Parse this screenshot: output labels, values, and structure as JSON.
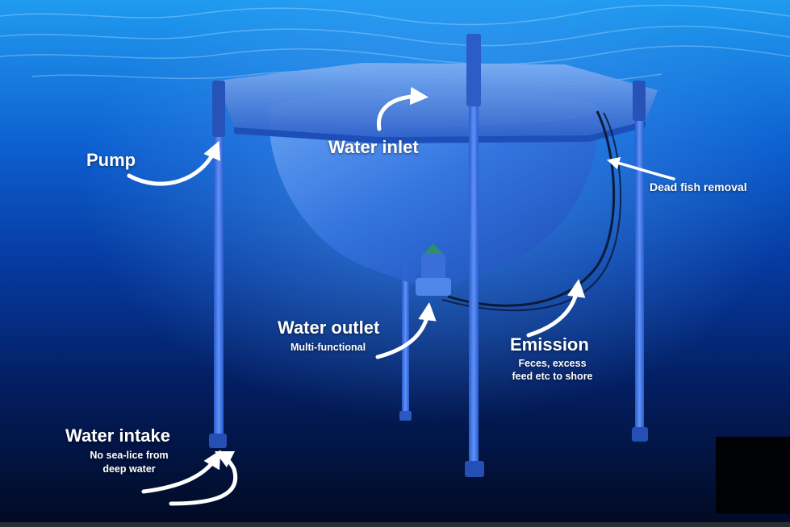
{
  "colors": {
    "water_surface": "#1b8fe6",
    "water_mid": "#0a55c4",
    "water_deep": "#020c2a",
    "structure": "#3f78e8",
    "tank": "#2b68d6",
    "arrow": "#ffffff",
    "label": "#ffffff"
  },
  "labels": {
    "pump": "Pump",
    "water_inlet": "Water inlet",
    "dead_fish_removal": "Dead fish removal",
    "water_outlet": "Water outlet",
    "water_outlet_sub": "Multi-functional",
    "emission": "Emission",
    "emission_sub_1": "Feces, excess",
    "emission_sub_2": "feed etc to shore",
    "water_intake": "Water intake",
    "water_intake_sub_1": "No sea-lice from",
    "water_intake_sub_2": "deep water"
  },
  "icons": [
    "arrow-icon"
  ]
}
